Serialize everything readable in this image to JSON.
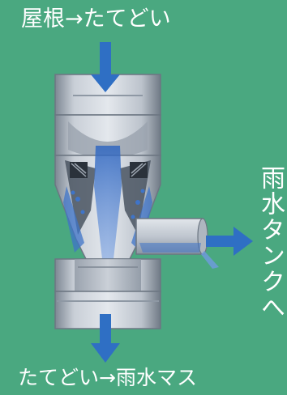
{
  "labels": {
    "inflow": "屋根→たてどい",
    "outflow_bottom": "たてどい→雨水マス",
    "outflow_side": "雨水タンクへ"
  },
  "colors": {
    "background": "#4aa880",
    "arrow": "#2f6fc4",
    "pipe_light": "#d8dde3",
    "pipe_mid": "#a7afba",
    "pipe_dark": "#6e7885",
    "water": "#3f74c8",
    "label_text": "#ffffff"
  },
  "icons": [
    "down-arrow-icon",
    "right-arrow-icon"
  ]
}
